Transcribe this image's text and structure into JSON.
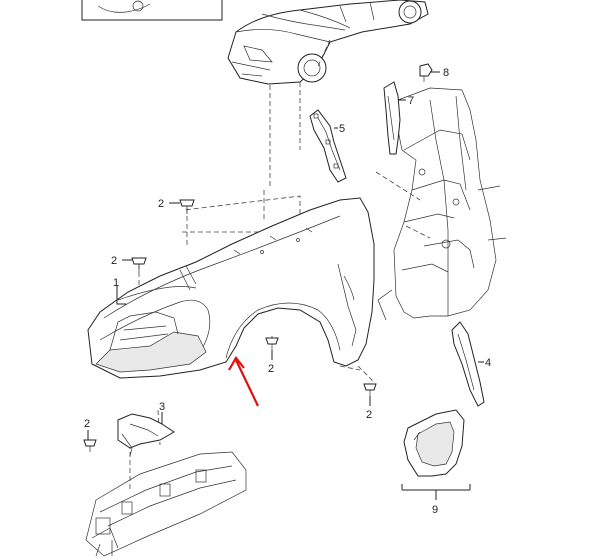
{
  "diagram": {
    "callouts": [
      {
        "id": "c1",
        "text": "1"
      },
      {
        "id": "c2a",
        "text": "2"
      },
      {
        "id": "c2b",
        "text": "2"
      },
      {
        "id": "c2c",
        "text": "2"
      },
      {
        "id": "c2d",
        "text": "2"
      },
      {
        "id": "c2e",
        "text": "2"
      },
      {
        "id": "c3",
        "text": "3"
      },
      {
        "id": "c4",
        "text": "4"
      },
      {
        "id": "c5",
        "text": "5"
      },
      {
        "id": "c7",
        "text": "7"
      },
      {
        "id": "c8",
        "text": "8"
      },
      {
        "id": "c9",
        "text": "9"
      }
    ],
    "colors": {
      "line": "#222222",
      "arrow": "#e01010",
      "background": "#ffffff"
    }
  }
}
